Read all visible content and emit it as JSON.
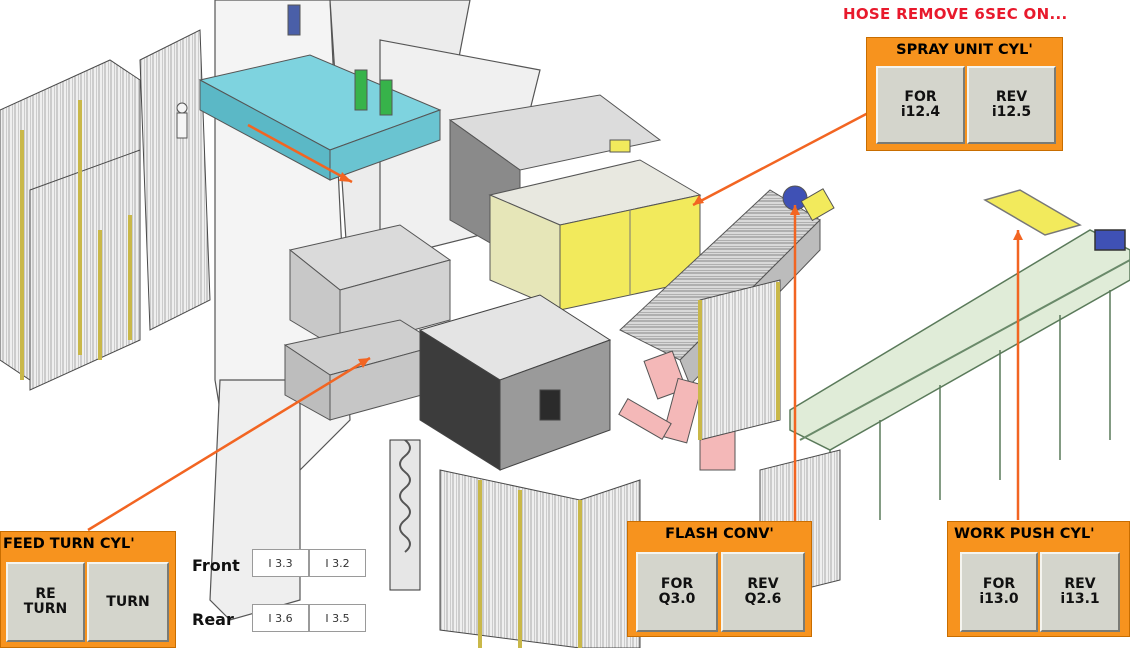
{
  "status": {
    "message": "HOSE REMOVE 6SEC ON..."
  },
  "spray_unit": {
    "title": "SPRAY UNIT CYL'",
    "for_label": "FOR",
    "for_addr": "i12.4",
    "rev_label": "REV",
    "rev_addr": "i12.5"
  },
  "flash_conv": {
    "title": "FLASH CONV'",
    "for_label": "FOR",
    "for_addr": "Q3.0",
    "rev_label": "REV",
    "rev_addr": "Q2.6"
  },
  "work_push": {
    "title": "WORK PUSH CYL'",
    "for_label": "FOR",
    "for_addr": "i13.0",
    "rev_label": "REV",
    "rev_addr": "i13.1"
  },
  "feed_turn": {
    "title": "FEED TURN CYL'",
    "return_line1": "RE",
    "return_line2": "TURN",
    "turn_label": "TURN"
  },
  "sensors": {
    "front_label": "Front",
    "rear_label": "Rear",
    "front": [
      "I 3.3",
      "I 3.2"
    ],
    "rear": [
      "I 3.6",
      "I 3.5"
    ]
  },
  "colors": {
    "panel": "#f7931e",
    "pointer": "#f26522",
    "status": "#e8192c",
    "button": "#d4d5cc"
  }
}
